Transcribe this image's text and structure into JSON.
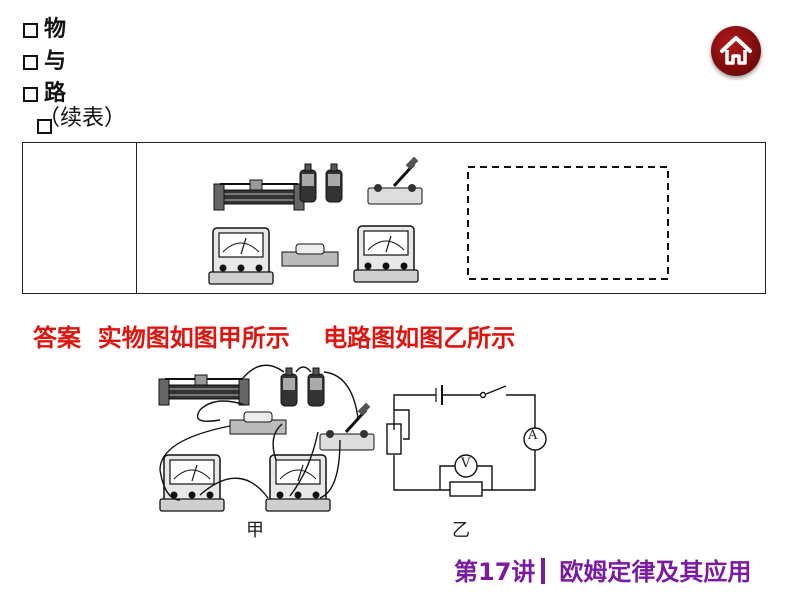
{
  "header": {
    "home_icon": "home-icon"
  },
  "table": {
    "continued_label": "（续表）",
    "row_label_lines": [
      "物",
      "与",
      "路",
      ""
    ]
  },
  "answer": {
    "text": "答案  实物图如图甲所示    电路图如图乙所示"
  },
  "figures": {
    "jia_label": "甲",
    "yi_label": "乙",
    "ammeter_label": "A",
    "voltmeter_label": "V"
  },
  "footer": {
    "lecture": "第17讲",
    "topic": "欧姆定律及其应用"
  },
  "colors": {
    "answer": "#e0140e",
    "footer": "#7a1aa3",
    "home_button": "#8f1010"
  }
}
